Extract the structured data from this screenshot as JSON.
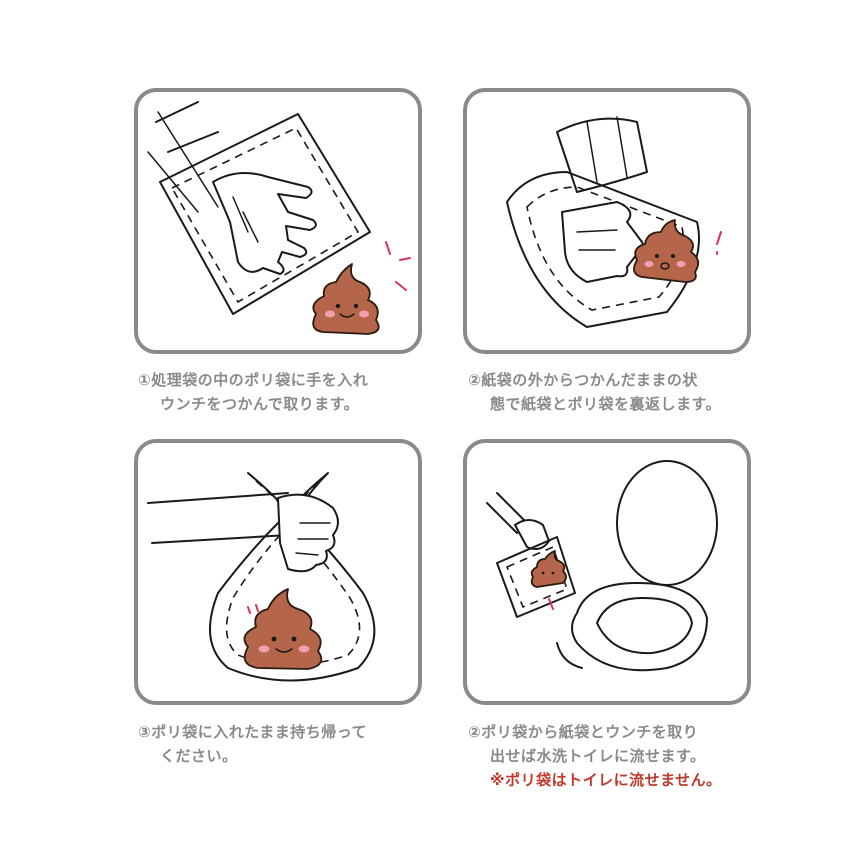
{
  "steps": [
    {
      "line1": "①処理袋の中のポリ袋に手を入れ",
      "line2": "ウンチをつかんで取ります。"
    },
    {
      "line1": "②紙袋の外からつかんだままの状",
      "line2": "態で紙袋とポリ袋を裏返します。"
    },
    {
      "line1": "③ポリ袋に入れたまま持ち帰って",
      "line2": "ください。"
    },
    {
      "line1": "②ポリ袋から紙袋とウンチを取り",
      "line2": "出せば水洗トイレに流せます。",
      "warning": "※ポリ袋はトイレに流せません。"
    }
  ],
  "colors": {
    "panel_border": "#8a8a8a",
    "caption_text": "#8a8a8a",
    "warning_text": "#c0392b",
    "poo_fill": "#b5654a",
    "cheek_fill": "#f2a0b0",
    "accent": "#d9335a"
  },
  "icons": [
    "hand-in-bag-illustration",
    "inverting-bag-illustration",
    "tied-bag-illustration",
    "toilet-flush-illustration",
    "poo-icon"
  ]
}
